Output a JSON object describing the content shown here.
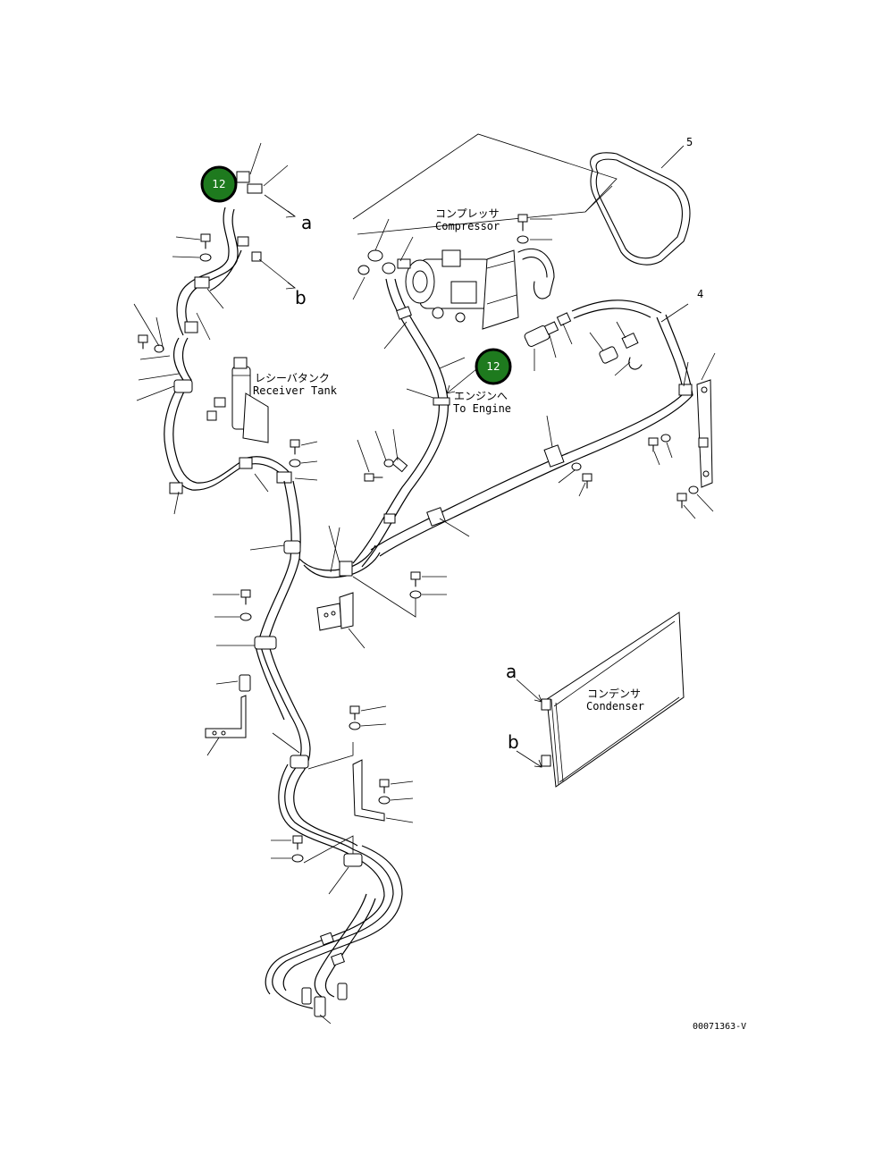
{
  "labels": {
    "compressor_jp": "コンプレッサ",
    "compressor_en": "Compressor",
    "receiver_jp": "レシーバタンク",
    "receiver_en": "Receiver Tank",
    "engine_jp": "エンジンへ",
    "engine_en": "To Engine",
    "condenser_jp": "コンデンサ",
    "condenser_en": "Condenser",
    "ref_a": "a",
    "ref_b": "b",
    "cond_a": "a",
    "cond_b": "b",
    "part5": "5",
    "part4": "4",
    "drawing_code": "00071363-V"
  },
  "badges": [
    "12",
    "12"
  ],
  "colors": {
    "badge_fill": "#1e7a1e",
    "line": "#000000",
    "background": "#ffffff"
  }
}
